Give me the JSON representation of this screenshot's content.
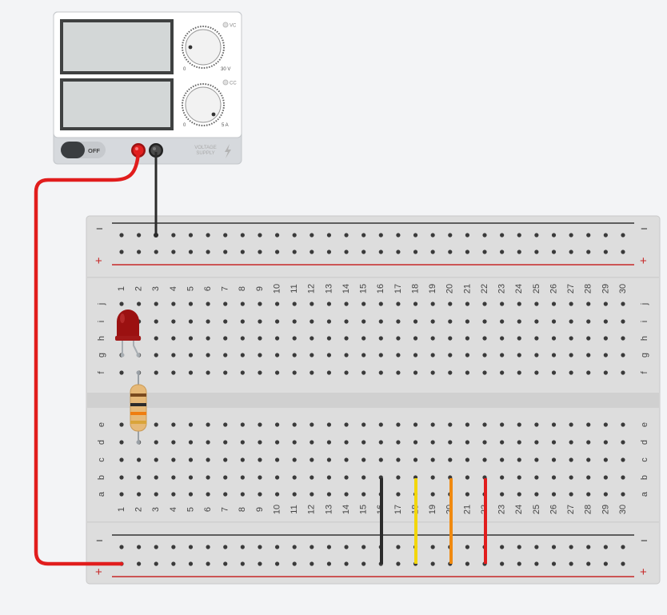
{
  "power_supply": {
    "voltage_indicator": "VC",
    "current_indicator": "CC",
    "voltage_min": "0",
    "voltage_max": "30 V",
    "current_min": "0",
    "current_max": "5 A",
    "switch_label": "OFF",
    "brand_line1": "VOLTAGE",
    "brand_line2": "SUPPLY"
  },
  "breadboard": {
    "columns": 30,
    "top_rows": [
      "j",
      "i",
      "h",
      "g",
      "f"
    ],
    "bottom_rows": [
      "e",
      "d",
      "c",
      "b",
      "a"
    ],
    "rail_minus": "−",
    "rail_plus": "+"
  },
  "colors": {
    "red_wire": "#e11d1d",
    "black_wire": "#2b2b2b",
    "yellow_wire": "#f2d60a",
    "orange_wire": "#f08a10",
    "led_red": "#9b1111",
    "resistor_body": "#e6b978",
    "rail_red_line": "#c62828",
    "rail_black_line": "#333333"
  }
}
